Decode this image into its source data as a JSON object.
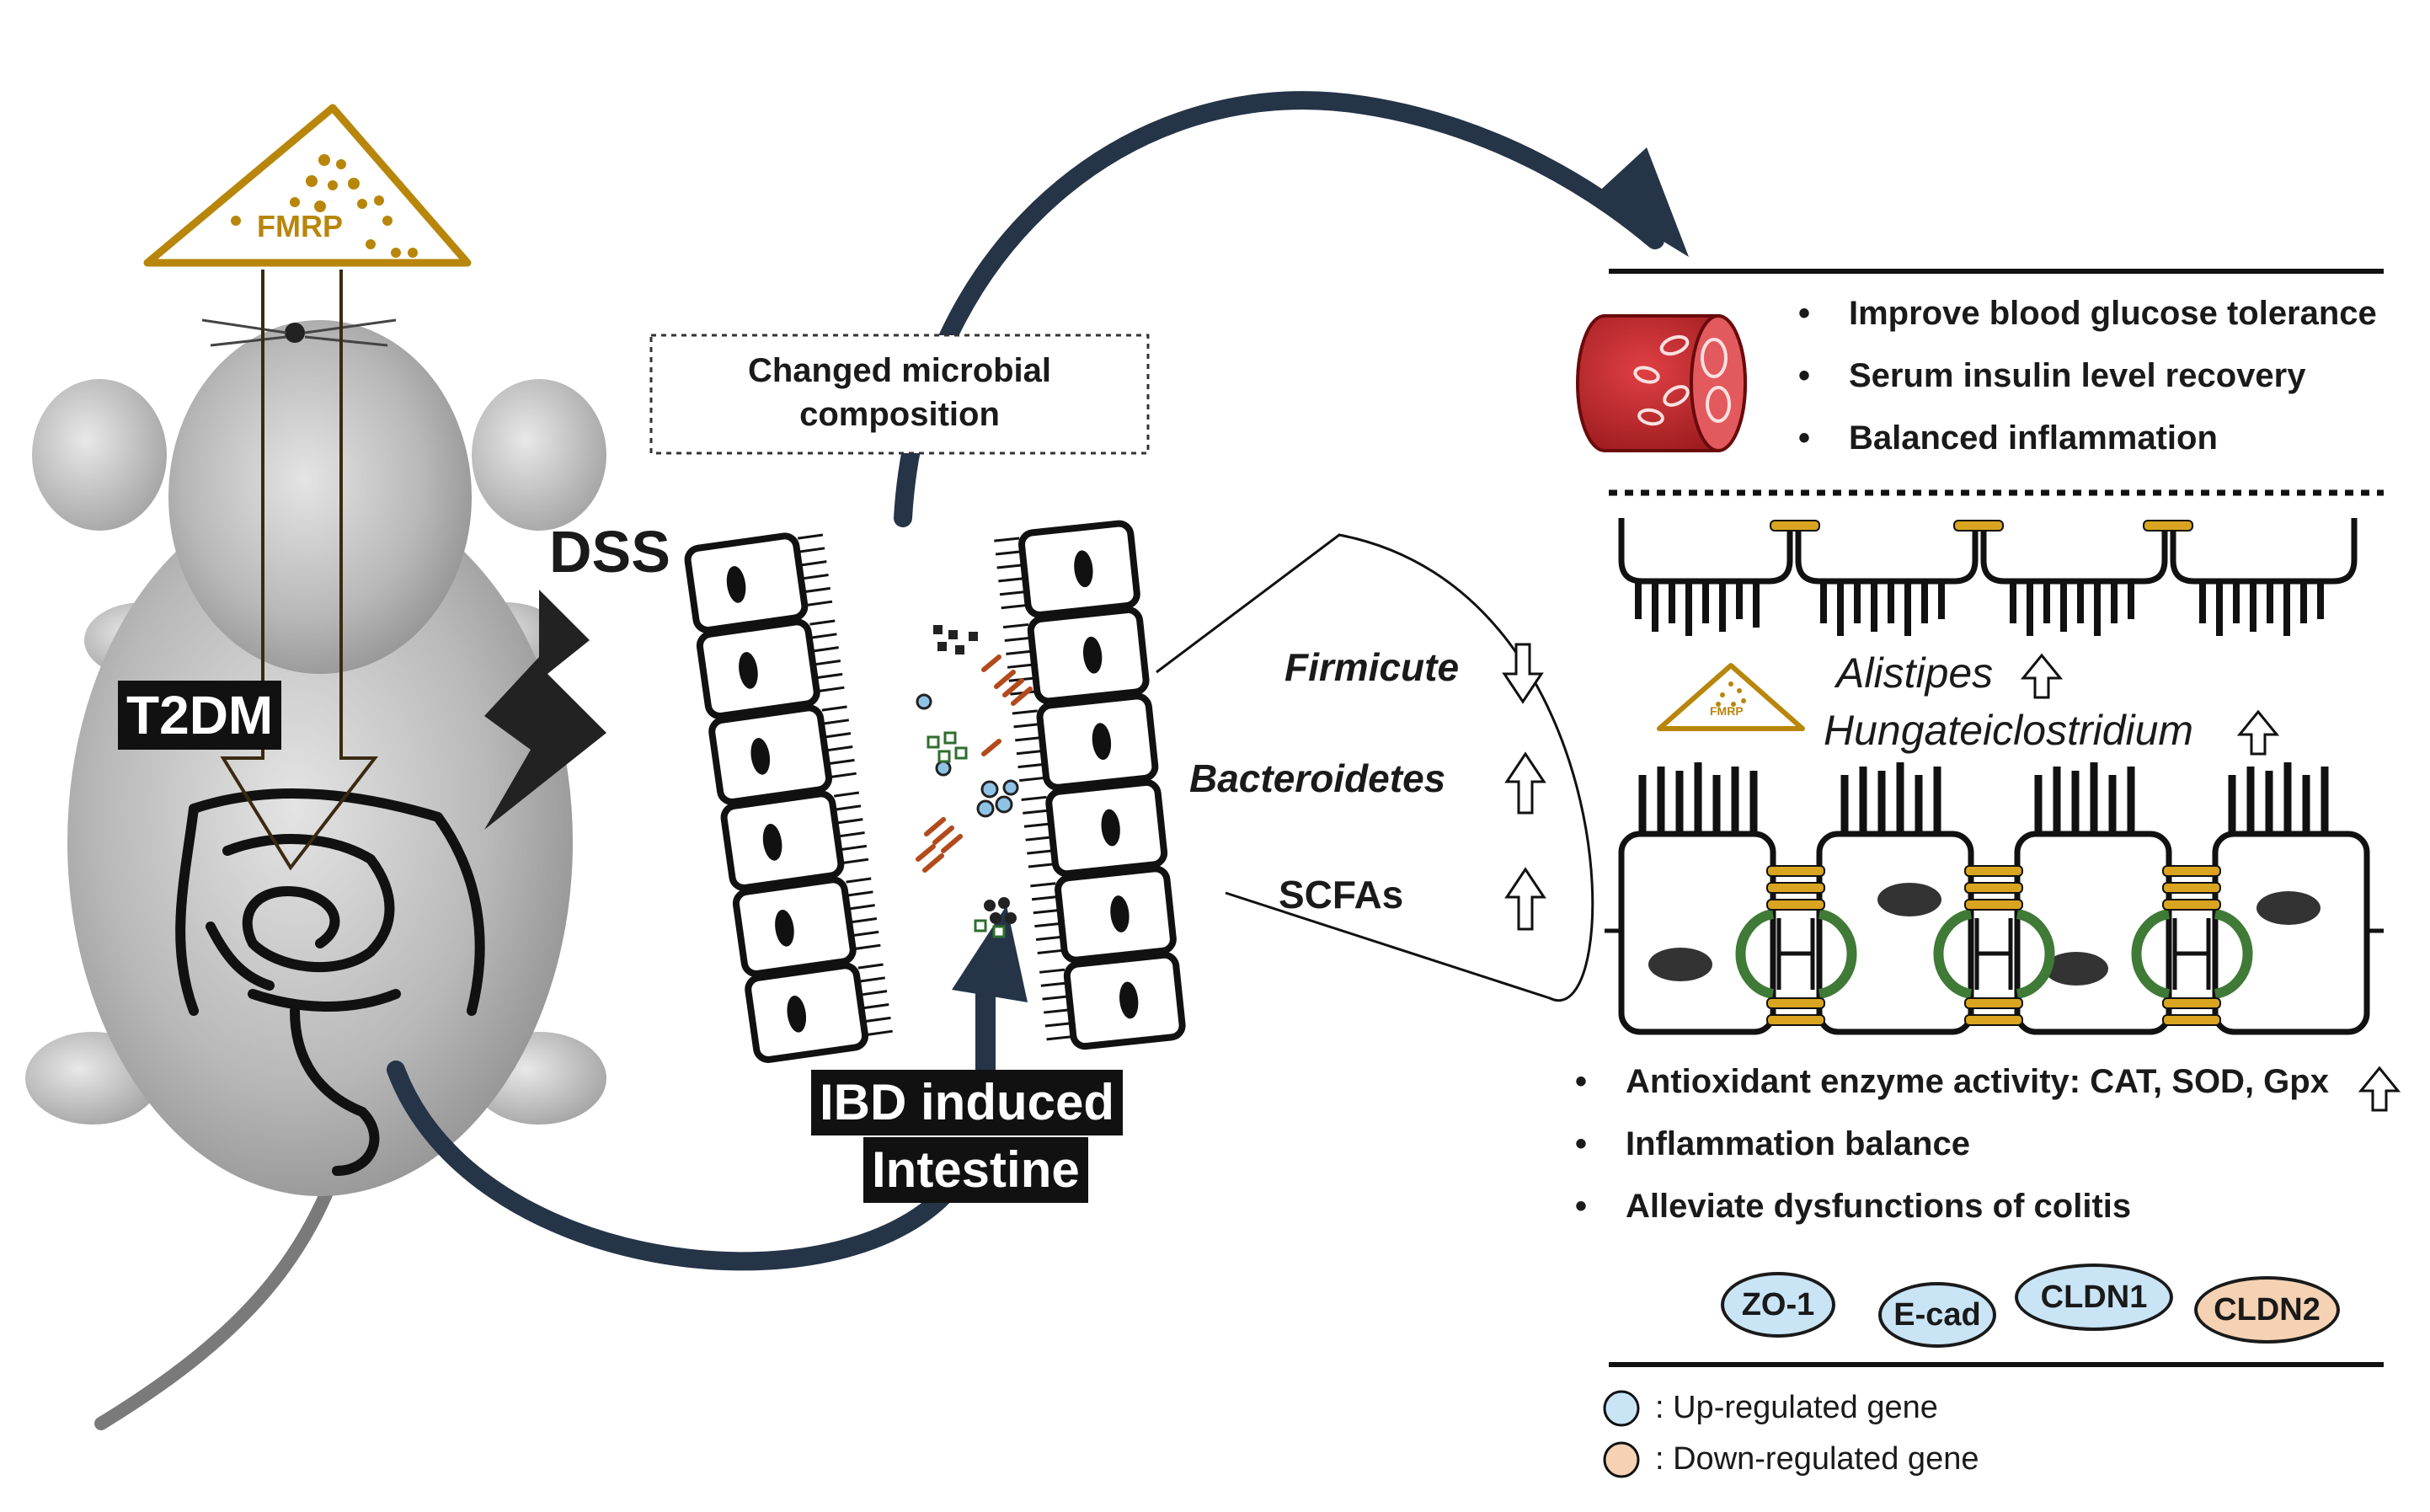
{
  "product": {
    "label": "FMRP",
    "small_label": "FMRP"
  },
  "mouse": {
    "condition_label": "T2DM",
    "treatment_label": "DSS"
  },
  "intestine": {
    "label_line1": "IBD induced",
    "label_line2": "Intestine"
  },
  "microbiome": {
    "changed_label_line1": "Changed microbial",
    "changed_label_line2": "composition",
    "changes": [
      {
        "name": "Firmicute",
        "direction": "down"
      },
      {
        "name": "Bacteroidetes",
        "direction": "up"
      },
      {
        "name": "SCFAs",
        "direction": "up"
      }
    ]
  },
  "blood": {
    "effects": [
      "Improve blood glucose tolerance",
      "Serum insulin level recovery",
      "Balanced inflammation"
    ]
  },
  "gut_bacteria": [
    {
      "name": "Alistipes",
      "direction": "up"
    },
    {
      "name": "Hungateiclostridium",
      "direction": "up"
    }
  ],
  "colon": {
    "effects": [
      "Antioxidant enzyme activity: CAT, SOD, Gpx",
      "Inflammation balance",
      "Alleviate dysfunctions of colitis"
    ]
  },
  "genes": [
    {
      "name": "ZO-1",
      "regulation": "up"
    },
    {
      "name": "E-cad",
      "regulation": "up"
    },
    {
      "name": "CLDN1",
      "regulation": "up"
    },
    {
      "name": "CLDN2",
      "regulation": "down"
    }
  ],
  "legend": {
    "up": ": Up-regulated gene",
    "down": ": Down-regulated gene"
  },
  "colors": {
    "up_gene": "#c9e4f5",
    "down_gene": "#f5d2b3",
    "fmrp": "#b8860b",
    "arrow": "#253447",
    "blood": "#c0282b",
    "junction": "#d9a520",
    "desmosome": "#3f7a36"
  }
}
